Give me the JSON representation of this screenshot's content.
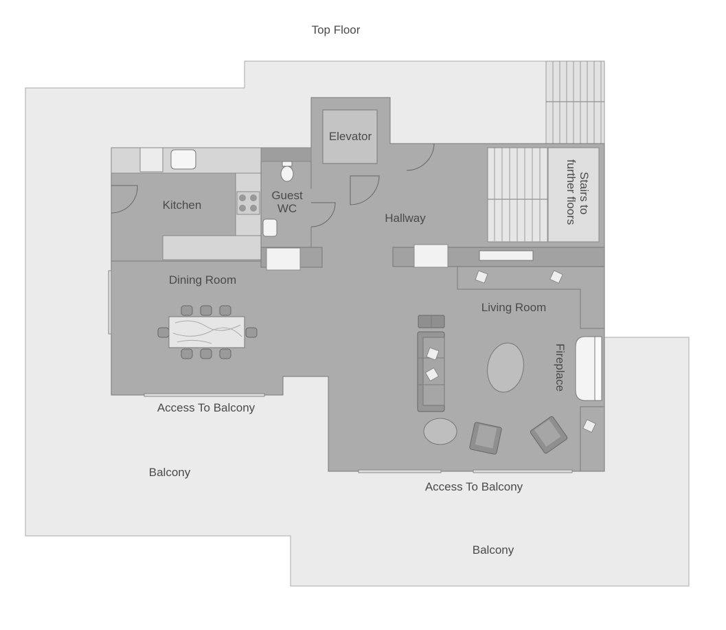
{
  "title": "Top Floor",
  "rooms": {
    "elevator": "Elevator",
    "kitchen": "Kitchen",
    "guest_wc_line1": "Guest",
    "guest_wc_line2": "WC",
    "hallway": "Hallway",
    "stairs_line1": "Stairs to",
    "stairs_line2": "further floors",
    "dining_room": "Dining Room",
    "living_room": "Living Room",
    "fireplace": "Fireplace",
    "access_balcony_left": "Access To Balcony",
    "access_balcony_right": "Access To Balcony",
    "balcony_left": "Balcony",
    "balcony_bottom": "Balcony"
  },
  "colors": {
    "balcony": "#ebebeb",
    "floor": "#acacac",
    "counter": "#d6d6d6",
    "fixture": "#f4f4f4",
    "furniture": "#8f8f8f"
  }
}
